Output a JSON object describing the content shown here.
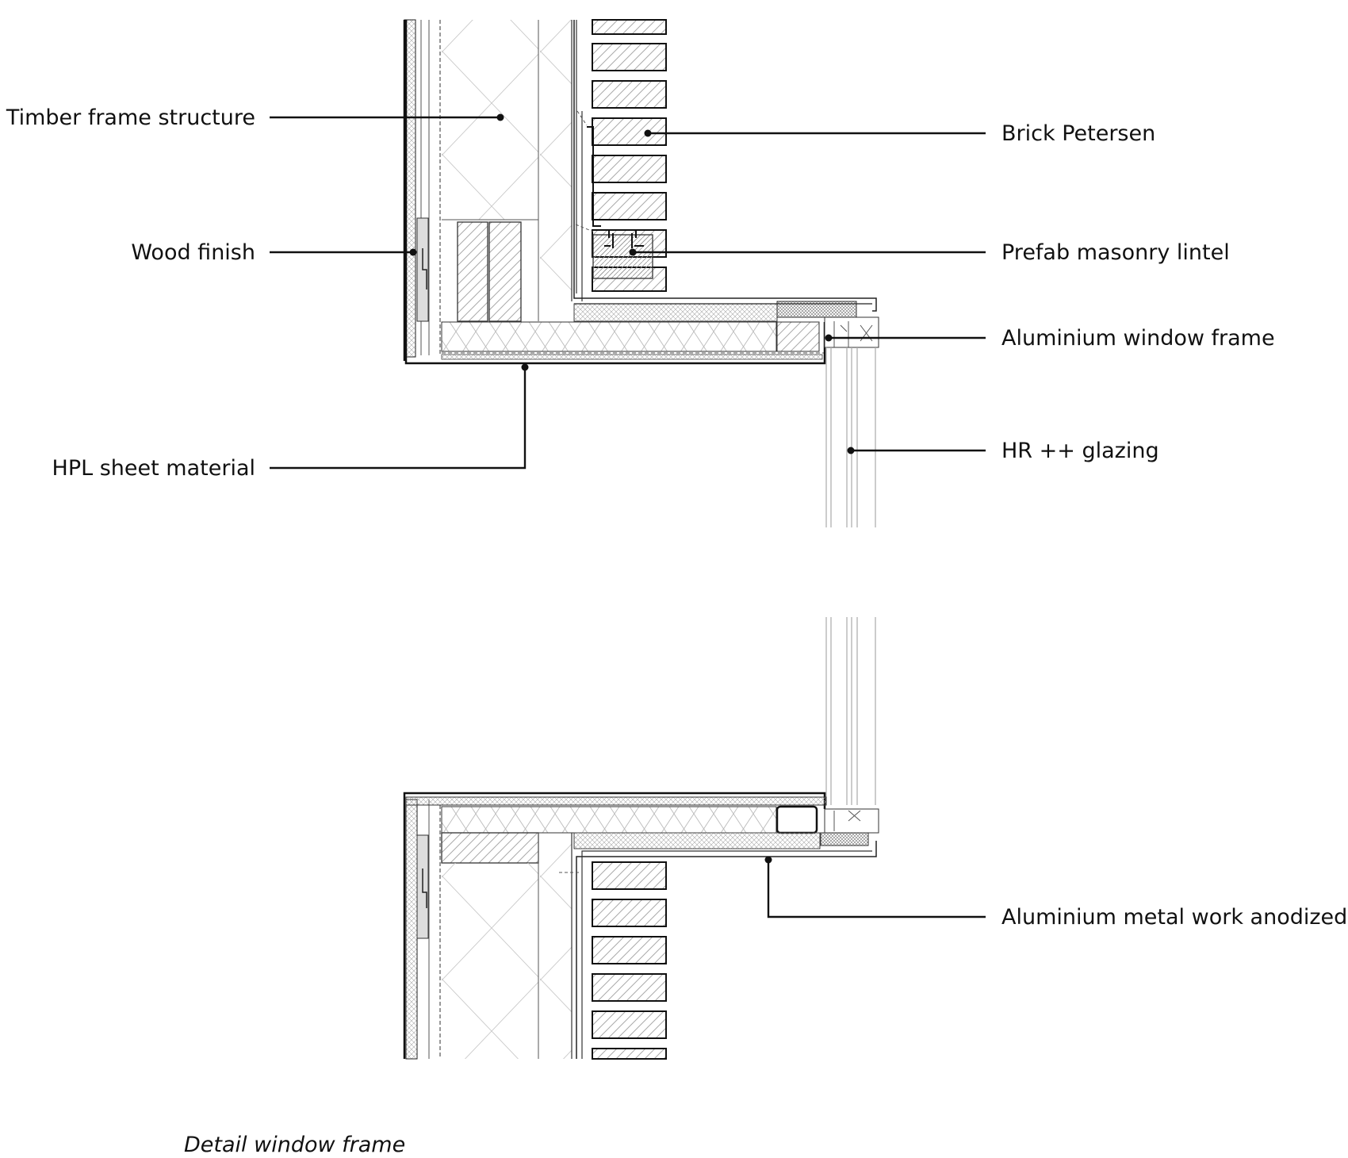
{
  "diagram": {
    "labels": {
      "timber_frame": "Timber frame structure",
      "wood_finish": "Wood finish",
      "hpl_sheet": "HPL sheet material",
      "brick": "Brick Petersen",
      "lintel": "Prefab masonry lintel",
      "window_frame": "Aluminium window frame",
      "glazing": "HR ++ glazing",
      "metal_work": "Aluminium metal work anodized"
    },
    "caption": "Detail window frame"
  }
}
